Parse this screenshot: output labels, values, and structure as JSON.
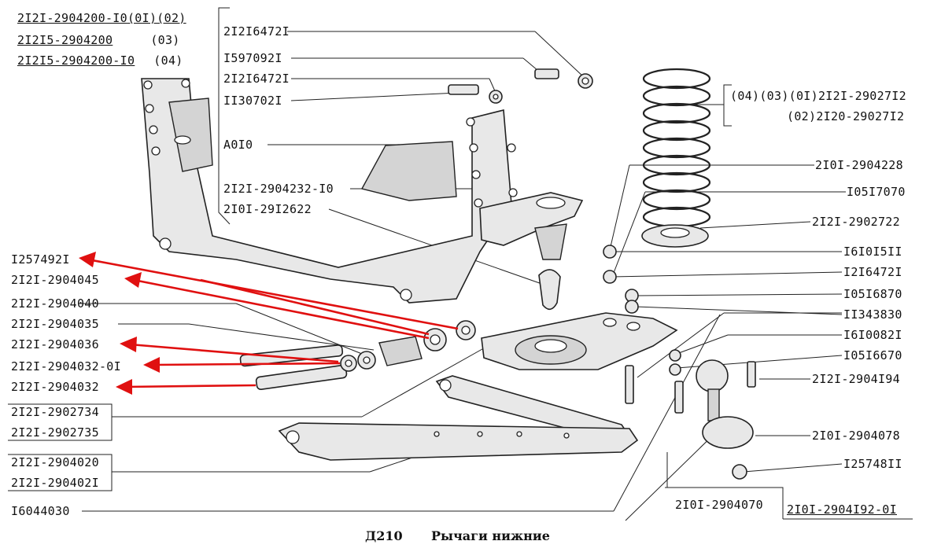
{
  "header_codes": [
    {
      "part": "2I2I-2904200-I0",
      "variant": "(0I)(02)"
    },
    {
      "part": "2I2I5-2904200",
      "variant": "(03)"
    },
    {
      "part": "2I2I5-2904200-I0",
      "variant": "(04)"
    }
  ],
  "left_labels": [
    "I257492I",
    "2I2I-2904045",
    "2I2I-2904040",
    "2I2I-2904035",
    "2I2I-2904036",
    "2I2I-2904032-0I",
    "2I2I-2904032"
  ],
  "left_bracket1": [
    "2I2I-2902734",
    "2I2I-2902735"
  ],
  "left_bracket2": [
    "2I2I-2904020",
    "2I2I-290402I"
  ],
  "bottom_left_label": "I6044030",
  "mid_labels": [
    "2I2I-2904232-I0",
    "2I0I-29I2622"
  ],
  "top_column": [
    "2I2I6472I",
    "I597092I",
    "2I2I6472I",
    "II30702I",
    "A0I0"
  ],
  "right_top": [
    "(04)(03)(0I)2I2I-29027I2",
    "(02)2I20-29027I2"
  ],
  "right_labels": [
    "2I0I-2904228",
    "I05I7070",
    "2I2I-2902722",
    "I6I0I5II",
    "I2I6472I",
    "I05I6870",
    "II343830",
    "I6I0082I",
    "I05I6670",
    "2I2I-2904I94",
    "2I0I-2904078",
    "I25748II"
  ],
  "bottom_boxes": [
    "2I0I-2904070",
    "2I0I-2904I92-0I"
  ],
  "caption": {
    "code": "Д210",
    "title": "Рычаги нижние"
  },
  "colors": {
    "arrow": "#e01010",
    "line": "#222222"
  }
}
